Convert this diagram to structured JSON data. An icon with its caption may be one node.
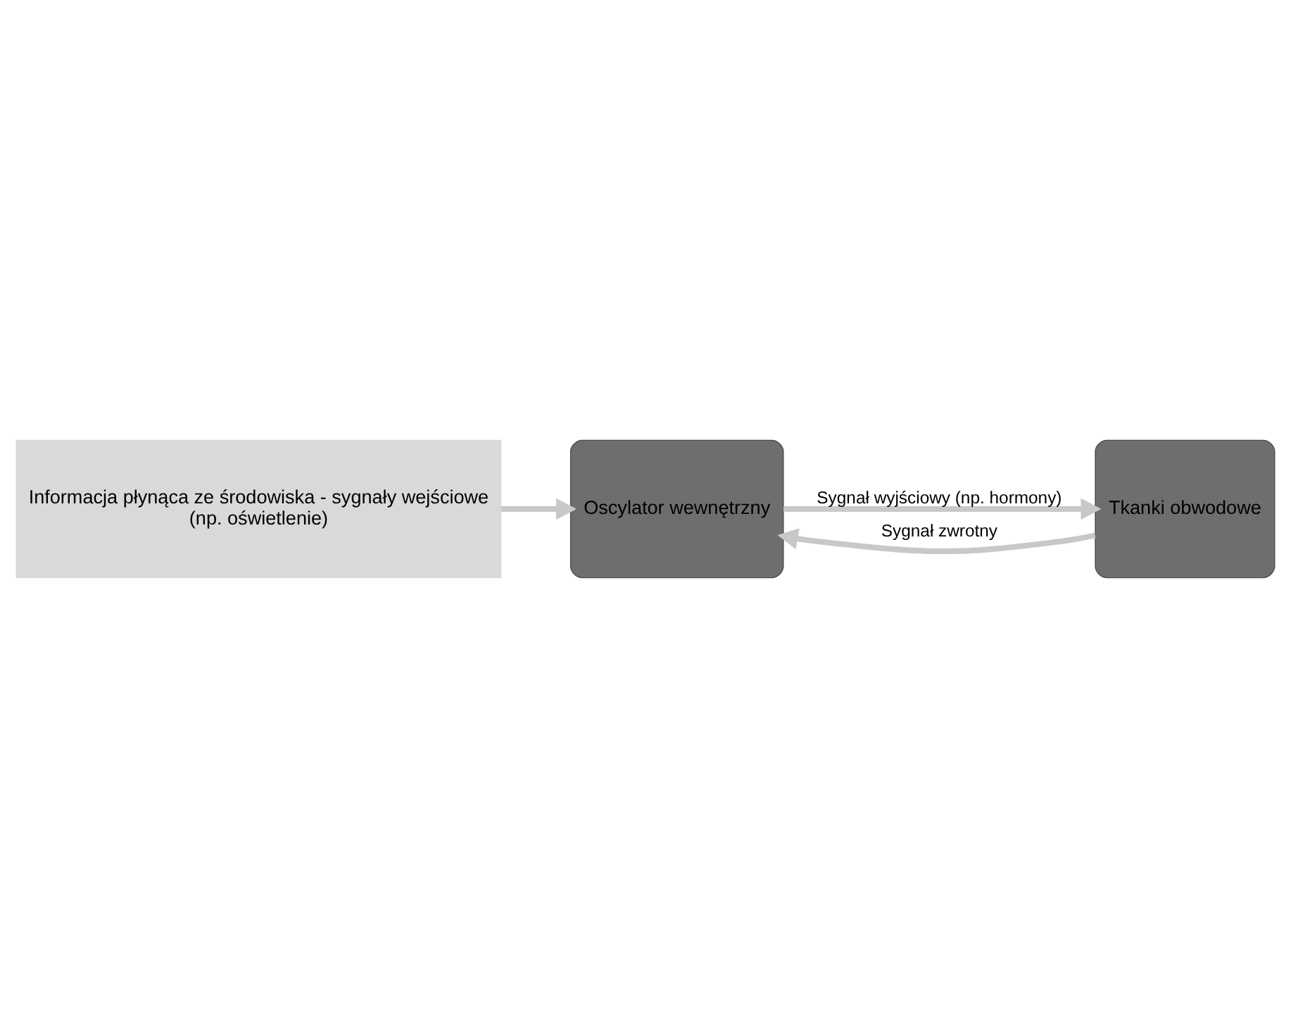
{
  "diagram": {
    "nodes": [
      {
        "text": [
          "Informacja płynąca ze środowiska - sygnały wejściowe",
          "(np. oświetlenie)"
        ]
      },
      {
        "text": [
          "Oscylator wewnętrzny"
        ]
      },
      {
        "text": [
          "Tkanki obwodowe"
        ]
      }
    ],
    "edges": [
      {
        "from": 0,
        "to": 1,
        "arrow": "to"
      },
      {
        "from": 1,
        "to": 2,
        "arrow": "to",
        "label": "Sygnał wyjściowy (np. hormony)"
      },
      {
        "from": 2,
        "to": 1,
        "arrow": "to",
        "label": "Sygnał zwrotny"
      }
    ]
  }
}
